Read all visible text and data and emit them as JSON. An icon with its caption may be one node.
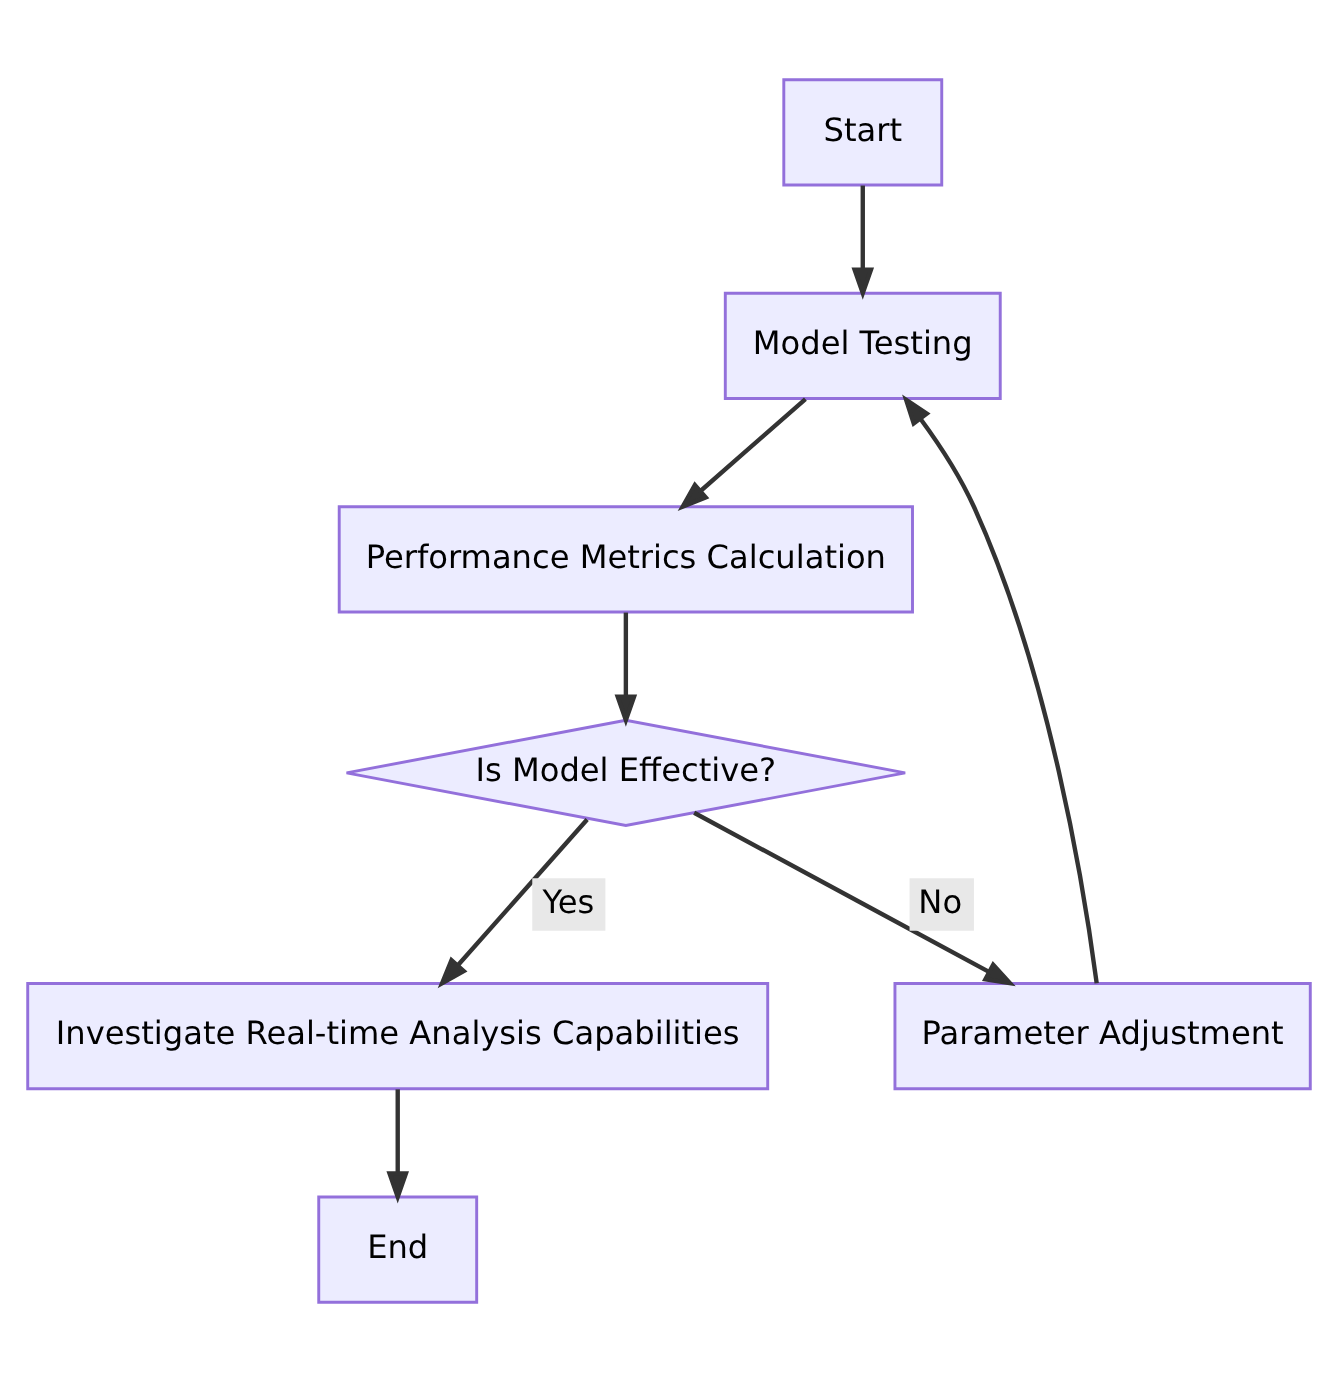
{
  "diagram": {
    "nodes": [
      {
        "text": [
          "Start"
        ]
      },
      {
        "text": [
          "Model Testing"
        ]
      },
      {
        "text": [
          "Performance Metrics Calculation"
        ]
      },
      {
        "text": [
          "Is Model Effective?"
        ]
      },
      {
        "text": [
          "Investigate Real-time Analysis Capabilities"
        ]
      },
      {
        "text": [
          "Parameter Adjustment"
        ]
      },
      {
        "text": [
          "End"
        ]
      }
    ],
    "edges": [
      {
        "from": 0,
        "to": 1,
        "arrow": "to"
      },
      {
        "from": 1,
        "to": 2,
        "arrow": "to"
      },
      {
        "from": 2,
        "to": 3,
        "arrow": "to"
      },
      {
        "from": 3,
        "to": 4,
        "arrow": "to",
        "label": "Yes"
      },
      {
        "from": 3,
        "to": 5,
        "arrow": "to",
        "label": "No"
      },
      {
        "from": 5,
        "to": 1,
        "arrow": "to"
      },
      {
        "from": 4,
        "to": 6,
        "arrow": "to"
      }
    ]
  }
}
